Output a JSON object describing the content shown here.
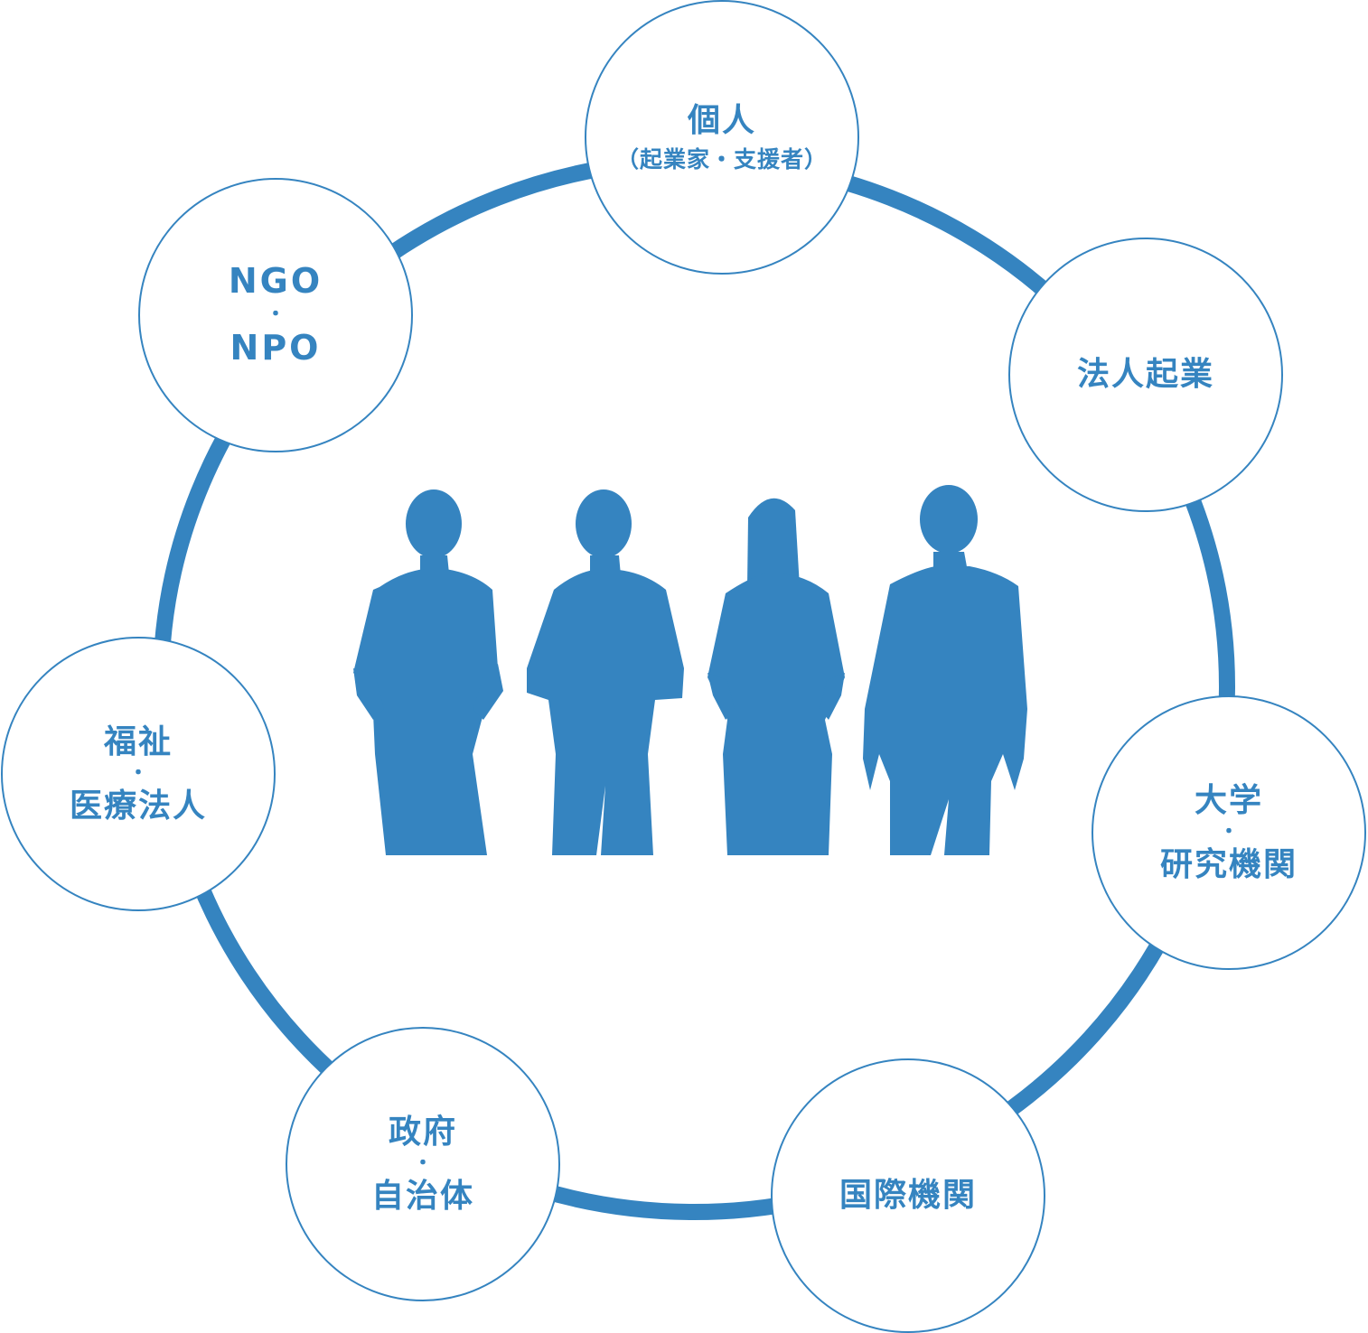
{
  "diagram": {
    "accent_color": "#3584c0",
    "center_icon": "people-group-silhouette-icon",
    "nodes": [
      {
        "id": "individual",
        "label": "個人",
        "sub": "（起業家・支援者）"
      },
      {
        "id": "corporate",
        "label": "法人起業"
      },
      {
        "id": "university",
        "line1": "大学",
        "dot": "・",
        "line2": "研究機関"
      },
      {
        "id": "international",
        "label": "国際機関"
      },
      {
        "id": "government",
        "line1": "政府",
        "dot": "・",
        "line2": "自治体"
      },
      {
        "id": "welfare",
        "line1": "福祉",
        "dot": "・",
        "line2": "医療法人"
      },
      {
        "id": "ngo",
        "line1": "NGO",
        "dot": "・",
        "line2": "NPO"
      }
    ]
  }
}
